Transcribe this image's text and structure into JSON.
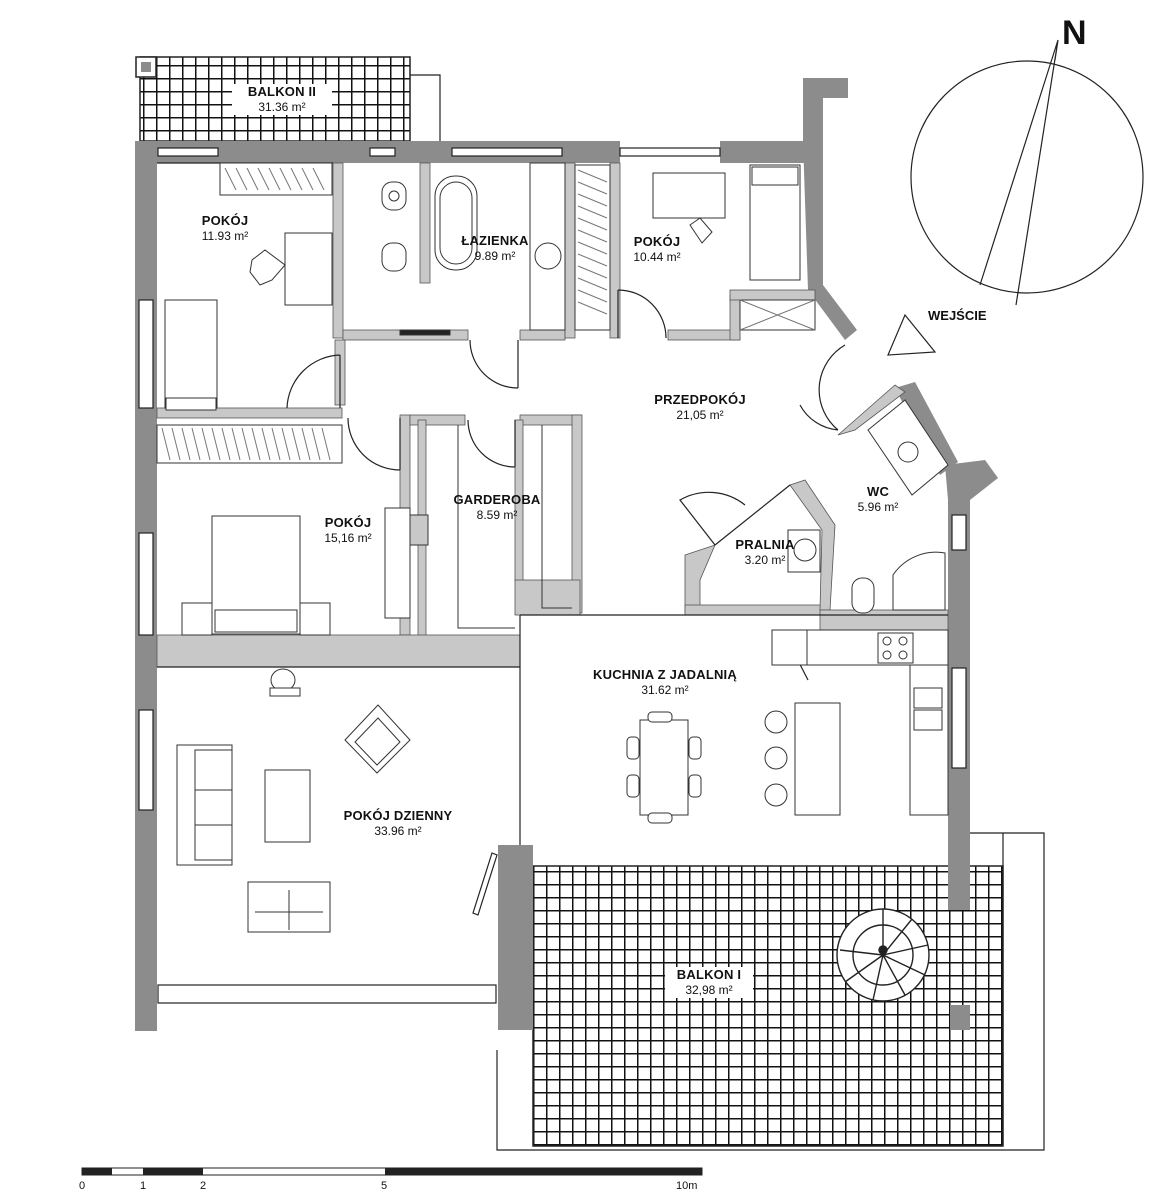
{
  "rooms": [
    {
      "id": "balkon-2",
      "name": "BALKON II",
      "area": "31.36 m²"
    },
    {
      "id": "pokoj-1",
      "name": "POKÓJ",
      "area": "11.93 m²"
    },
    {
      "id": "lazienka",
      "name": "ŁAZIENKA",
      "area": "9.89 m²"
    },
    {
      "id": "pokoj-2",
      "name": "POKÓJ",
      "area": "10.44 m²"
    },
    {
      "id": "przedpokoj",
      "name": "PRZEDPOKÓJ",
      "area": "21,05 m²"
    },
    {
      "id": "wc",
      "name": "WC",
      "area": "5.96 m²"
    },
    {
      "id": "pokoj-3",
      "name": "POKÓJ",
      "area": "15,16 m²"
    },
    {
      "id": "garderoba",
      "name": "GARDEROBA",
      "area": "8.59 m²"
    },
    {
      "id": "pralnia",
      "name": "PRALNIA",
      "area": "3.20 m²"
    },
    {
      "id": "kuchnia",
      "name": "KUCHNIA Z JADALNIĄ",
      "area": "31.62 m²"
    },
    {
      "id": "pokoj-dzienny",
      "name": "POKÓJ DZIENNY",
      "area": "33.96 m²"
    },
    {
      "id": "balkon-1",
      "name": "BALKON I",
      "area": "32,98 m²"
    }
  ],
  "compass": {
    "north_label": "N",
    "entrance_label": "WEJŚCIE"
  },
  "scale_bar": {
    "ticks": [
      "0",
      "1",
      "2",
      "5",
      "10m"
    ]
  },
  "colors": {
    "wall": "#8c8c8c",
    "interior_wall": "#c8c8c8",
    "line": "#222222"
  }
}
